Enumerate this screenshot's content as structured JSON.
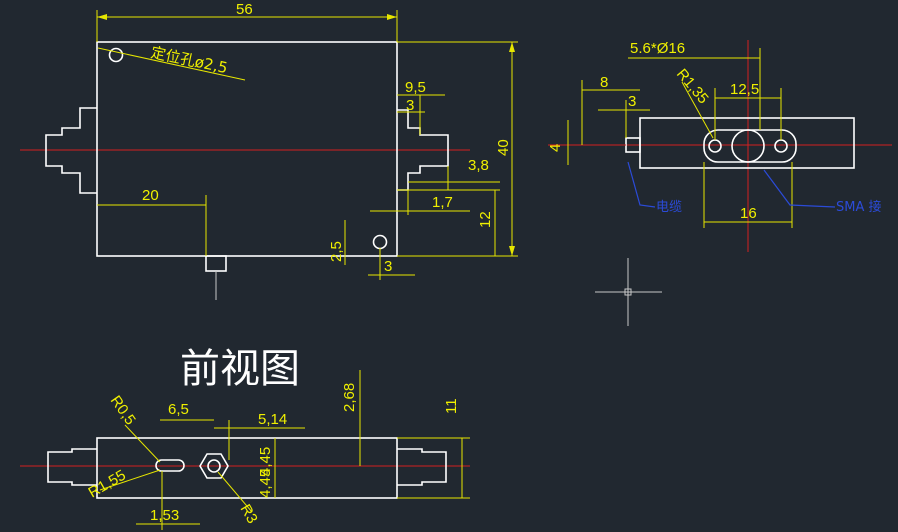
{
  "front_view": {
    "title": "前视图",
    "width_dim": "56",
    "hole_label": "定位孔ø2,5",
    "dim_9_5": "9,5",
    "dim_3_top": "3",
    "dim_40": "40",
    "dim_3_8": "3,8",
    "dim_20": "20",
    "dim_1_7": "1,7",
    "dim_12": "12",
    "dim_2_5": "2,5",
    "dim_3_bottom": "3"
  },
  "side_view": {
    "dim_5_6_16": "5.6*Ø16",
    "dim_8": "8",
    "dim_3": "3",
    "dim_r1_35": "R1,35",
    "dim_12_5": "12,5",
    "dim_4": "4",
    "dim_16": "16",
    "callout_left": "电缆",
    "callout_right": "SMA 接"
  },
  "bottom_view": {
    "dim_r0_5": "R0,5",
    "dim_6_5": "6,5",
    "dim_5_14": "5,14",
    "dim_2_68": "2,68",
    "dim_11": "11",
    "dim_r1_55": "R1,55",
    "dim_4_45_top": "4,45",
    "dim_4_45_bottom": "4,45",
    "dim_1_53": "1,53",
    "dim_r3": "R3"
  },
  "colors": {
    "background": "#212830",
    "outline": "#ffffff",
    "dimension": "#f0f000",
    "centerline": "#d42020",
    "callout": "#2b4bd8"
  }
}
